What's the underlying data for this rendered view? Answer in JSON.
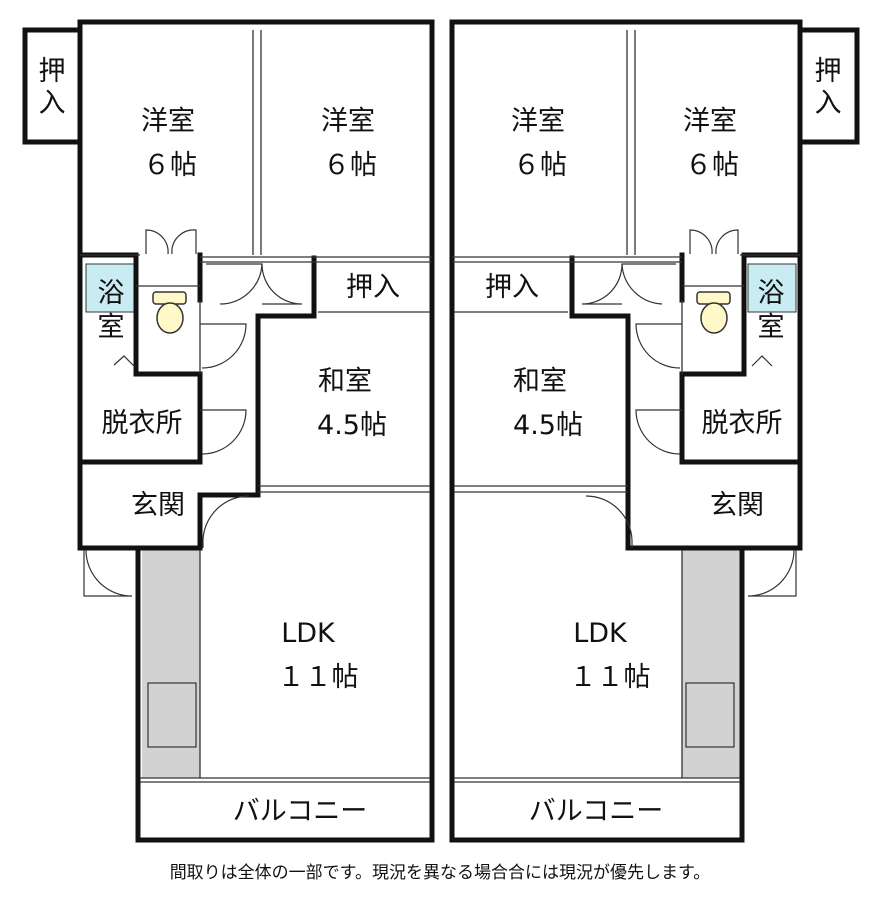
{
  "units": {
    "left": {
      "closet_a": [
        "押",
        "入"
      ],
      "western_1": {
        "name": "洋室",
        "size": "６帖"
      },
      "western_2": {
        "name": "洋室",
        "size": "６帖"
      },
      "closet_b": "押入",
      "bath": [
        "浴",
        "室"
      ],
      "japanese": {
        "name": "和室",
        "size": "4.5帖"
      },
      "dressing": "脱衣所",
      "entrance": "玄関",
      "ldk": {
        "name": "LDK",
        "size": "１１帖"
      },
      "balcony": "バルコニー"
    },
    "right": {
      "closet_a": [
        "押",
        "入"
      ],
      "western_1": {
        "name": "洋室",
        "size": "６帖"
      },
      "western_2": {
        "name": "洋室",
        "size": "６帖"
      },
      "closet_b": "押入",
      "bath": [
        "浴",
        "室"
      ],
      "japanese": {
        "name": "和室",
        "size": "4.5帖"
      },
      "dressing": "脱衣所",
      "entrance": "玄関",
      "ldk": {
        "name": "LDK",
        "size": "１１帖"
      },
      "balcony": "バルコニー"
    }
  },
  "note": "間取りは全体の一部です。現況を異なる場合合には現況が優先します。",
  "colors": {
    "wall": "#111111",
    "bath": "#c8ecf2",
    "kitchen": "#d2d2d2"
  }
}
